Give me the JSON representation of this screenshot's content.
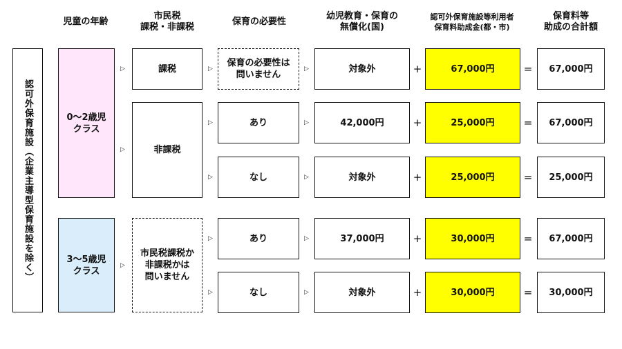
{
  "headers": {
    "age": "児童の年齢",
    "tax": "市民税\n課税・非課税",
    "need": "保育の必要性",
    "free": "幼児教育・保育の\n無償化(国)",
    "subsidy": "認可外保育施設等利用者\n保育料助成金(都・市)",
    "total": "保育料等\n助成の合計額"
  },
  "facility_label": "認可外保育施設（企業主導型保育施設を除く）",
  "age_groups": {
    "young": "0～2歳児\nクラス",
    "older": "3～5歳児\nクラス"
  },
  "tax_status": {
    "taxed": "課税",
    "non_taxed": "非課税",
    "either": "市民税課税か\n非課税かは\n問いません"
  },
  "rows": [
    {
      "need": "保育の必要性は\n問いません",
      "free": "対象外",
      "subsidy": "67,000円",
      "total": "67,000円"
    },
    {
      "need": "あり",
      "free": "42,000円",
      "subsidy": "25,000円",
      "total": "67,000円"
    },
    {
      "need": "なし",
      "free": "対象外",
      "subsidy": "25,000円",
      "total": "25,000円"
    },
    {
      "need": "あり",
      "free": "37,000円",
      "subsidy": "30,000円",
      "total": "67,000円"
    },
    {
      "need": "なし",
      "free": "対象外",
      "subsidy": "30,000円",
      "total": "30,000円"
    }
  ],
  "operators": {
    "plus": "+",
    "equals": "="
  },
  "arrow_glyph": "▷"
}
